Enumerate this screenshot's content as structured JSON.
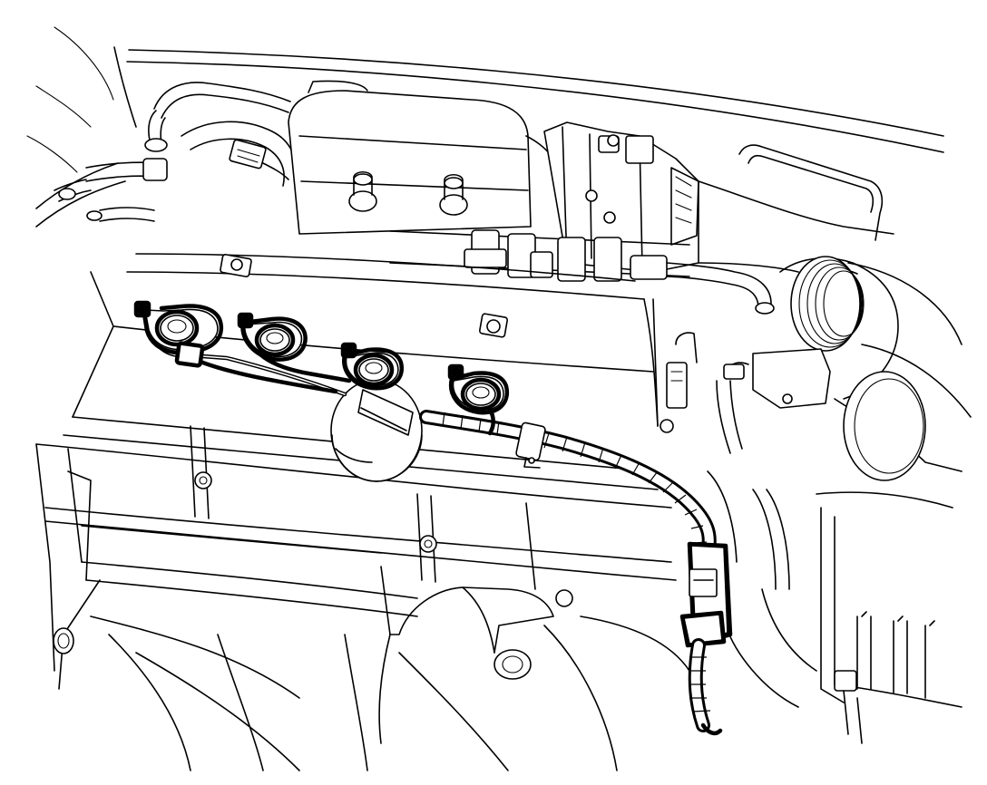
{
  "illustration": {
    "style": "line-art",
    "background": "#ffffff",
    "stroke_color": "#000000",
    "highlighted_part": "ignition-coil-harness",
    "coil_count": 4
  }
}
